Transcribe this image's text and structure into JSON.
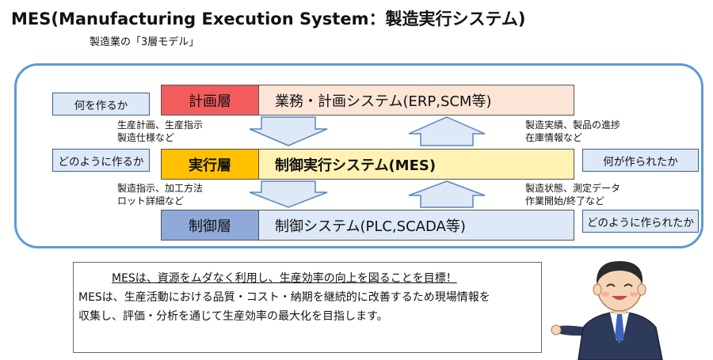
{
  "title": "MES(Manufacturing Execution System：製造実行システム)",
  "subtitle": "製造業の「3層モデル」",
  "left_questions": [
    "何を作るか",
    "どのように作るか"
  ],
  "right_questions": [
    "何が作られたか",
    "どのように作られたか"
  ],
  "layers": [
    {
      "label": "計画層",
      "system": "業務・計画システム(ERP,SCM等)",
      "label_color": "#f25c5c",
      "system_color": "#fbe5d6"
    },
    {
      "label": "実行層",
      "system": "制御実行システム(MES)",
      "label_color": "#ffc000",
      "system_color": "#fff2b3"
    },
    {
      "label": "制御層",
      "system": "制御システム(PLC,SCADA等)",
      "label_color": "#8fa9d9",
      "system_color": "#dde9f7"
    }
  ],
  "flows": {
    "down_top": [
      "生産計画、生産指示",
      "製造仕様など"
    ],
    "up_top": [
      "製造実績、製品の進捗",
      "在庫情報など"
    ],
    "down_bottom": [
      "製造指示、加工方法",
      "ロット詳細など"
    ],
    "up_bottom": [
      "製造状態、測定データ",
      "作業開始/終了など"
    ]
  },
  "message": {
    "line1": "MESは、資源をムダなく利用し、生産効率の向上を図ることを目標！",
    "line2": "MESは、生産活動における品質・コスト・納期を継続的に改善するため現場情報を",
    "line3": "収集し、評価・分析を通じて生産効率の最大化を目指します。"
  },
  "colors": {
    "frame": "#5b9bd5",
    "arrow_fill": "#dde9f7",
    "arrow_stroke": "#5b87b5",
    "question_box": "#dde9f7"
  }
}
